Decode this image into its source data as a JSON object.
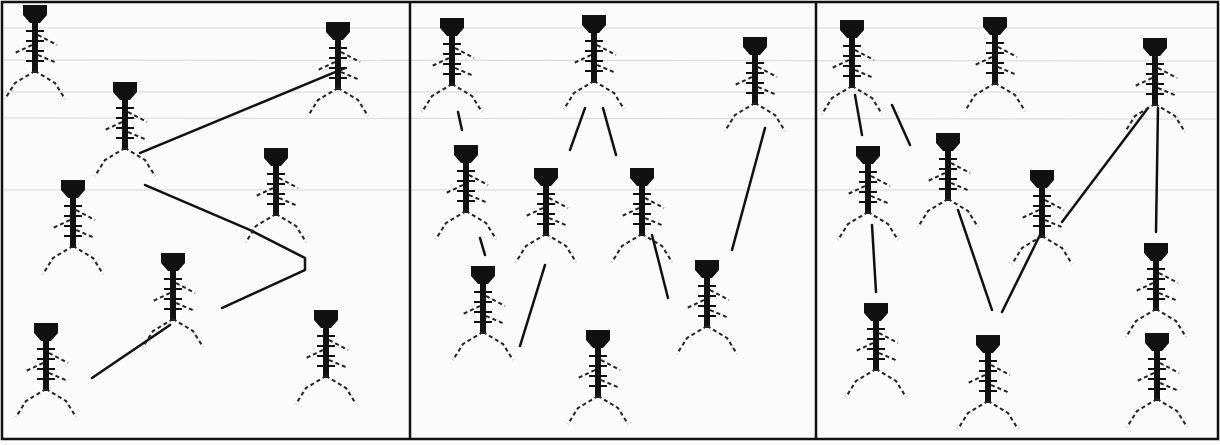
{
  "figure": {
    "panels": [
      {
        "phages": [
          [
            35,
            5
          ],
          [
            338,
            22
          ],
          [
            125,
            82
          ],
          [
            276,
            148
          ],
          [
            73,
            180
          ],
          [
            173,
            253
          ],
          [
            46,
            323
          ],
          [
            326,
            310
          ]
        ],
        "trails": [
          [
            [
              140,
              153
            ],
            [
              345,
              68
            ]
          ],
          [
            [
              145,
              185
            ],
            [
              250,
              230
            ],
            [
              305,
              258
            ],
            [
              305,
              270
            ],
            [
              222,
              308
            ]
          ],
          [
            [
              92,
              378
            ],
            [
              170,
              325
            ]
          ]
        ]
      },
      {
        "phages": [
          [
            452,
            18
          ],
          [
            594,
            15
          ],
          [
            755,
            37
          ],
          [
            466,
            145
          ],
          [
            546,
            168
          ],
          [
            642,
            168
          ],
          [
            483,
            266
          ],
          [
            707,
            260
          ],
          [
            598,
            330
          ]
        ],
        "trails": [
          [
            [
              458,
              112
            ],
            [
              462,
              130
            ]
          ],
          [
            [
              480,
              238
            ],
            [
              485,
              255
            ]
          ],
          [
            [
              585,
              108
            ],
            [
              570,
              150
            ]
          ],
          [
            [
              603,
              108
            ],
            [
              616,
              155
            ]
          ],
          [
            [
              765,
              128
            ],
            [
              732,
              250
            ]
          ],
          [
            [
              545,
              265
            ],
            [
              520,
              346
            ]
          ],
          [
            [
              652,
              235
            ],
            [
              668,
              298
            ]
          ]
        ]
      },
      {
        "phages": [
          [
            852,
            20
          ],
          [
            995,
            17
          ],
          [
            1155,
            38
          ],
          [
            868,
            146
          ],
          [
            948,
            133
          ],
          [
            1042,
            170
          ],
          [
            1156,
            243
          ],
          [
            876,
            303
          ],
          [
            988,
            335
          ],
          [
            1157,
            333
          ]
        ],
        "trails": [
          [
            [
              855,
              95
            ],
            [
              862,
              135
            ]
          ],
          [
            [
              892,
              105
            ],
            [
              910,
              145
            ]
          ],
          [
            [
              1148,
              108
            ],
            [
              1062,
              222
            ]
          ],
          [
            [
              1158,
              108
            ],
            [
              1156,
              232
            ]
          ],
          [
            [
              872,
              225
            ],
            [
              876,
              292
            ]
          ],
          [
            [
              958,
              210
            ],
            [
              992,
              310
            ]
          ],
          [
            [
              1040,
              235
            ],
            [
              1002,
              312
            ]
          ]
        ]
      }
    ]
  }
}
